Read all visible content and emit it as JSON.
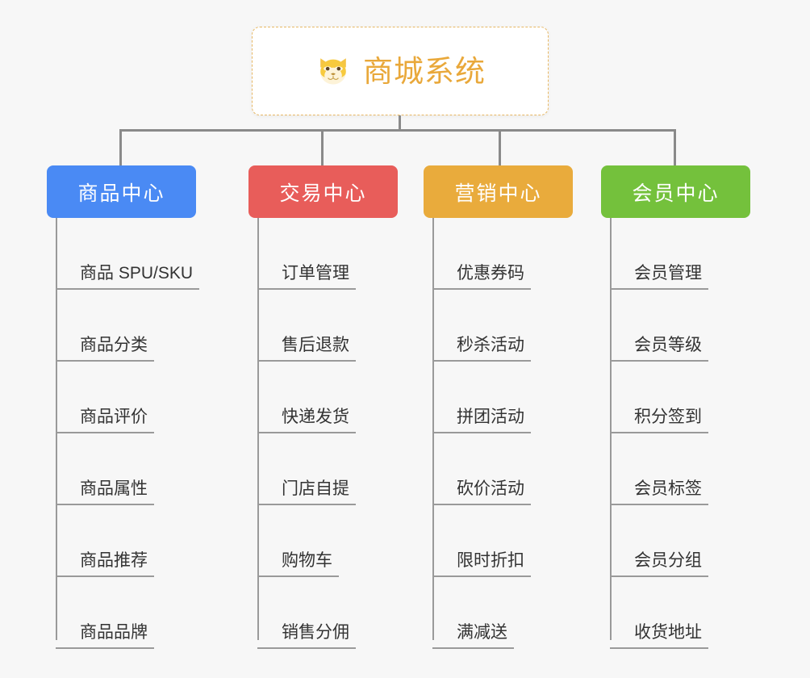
{
  "diagram": {
    "type": "mindmap-tree",
    "background_color": "#f7f7f7",
    "root": {
      "title": "商城系统",
      "icon": "shiba-dog-face-emoji",
      "text_color": "#e9a83a",
      "border_color": "#e8b864",
      "background_color": "#ffffff"
    },
    "connector_color": "#8a8a8a",
    "branches": [
      {
        "label": "商品中心",
        "color": "#4a8af4",
        "items": [
          "商品 SPU/SKU",
          "商品分类",
          "商品评价",
          "商品属性",
          "商品推荐",
          "商品品牌"
        ]
      },
      {
        "label": "交易中心",
        "color": "#e85d5a",
        "items": [
          "订单管理",
          "售后退款",
          "快递发货",
          "门店自提",
          "购物车",
          "销售分佣"
        ]
      },
      {
        "label": "营销中心",
        "color": "#e9ab3c",
        "items": [
          "优惠券码",
          "秒杀活动",
          "拼团活动",
          "砍价活动",
          "限时折扣",
          "满减送"
        ]
      },
      {
        "label": "会员中心",
        "color": "#74c13c",
        "items": [
          "会员管理",
          "会员等级",
          "积分签到",
          "会员标签",
          "会员分组",
          "收货地址"
        ]
      }
    ]
  }
}
